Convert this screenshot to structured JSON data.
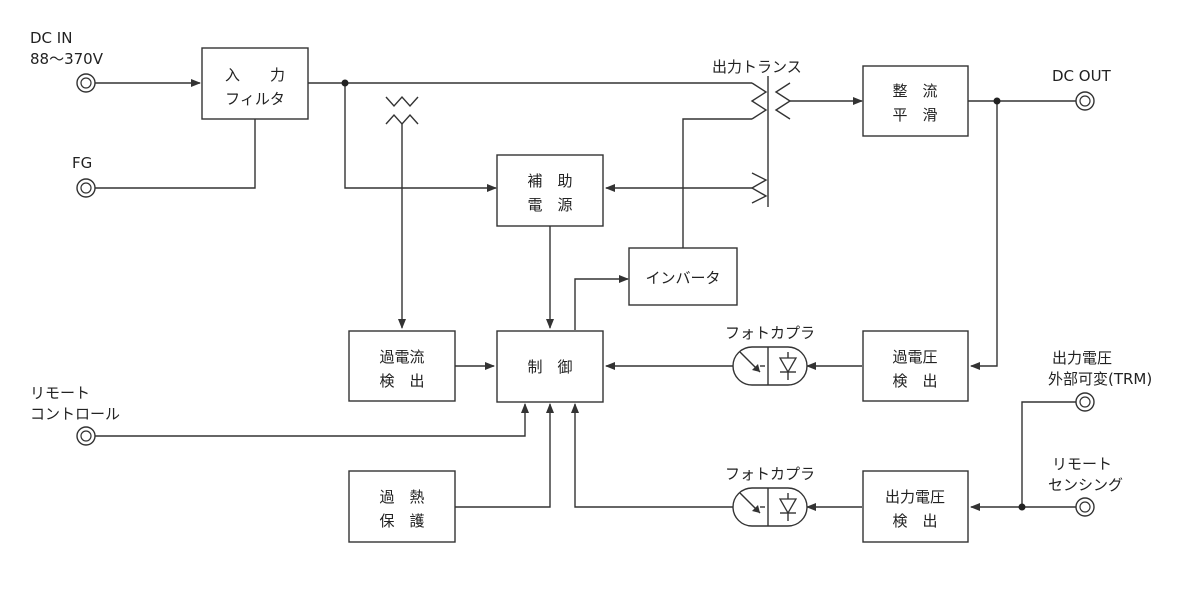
{
  "colors": {
    "line": "#333333",
    "text": "#222222",
    "background": "#ffffff"
  },
  "terminals": {
    "dc_in": [
      "DC IN",
      "88～370V"
    ],
    "fg": [
      "FG"
    ],
    "remote_control": [
      "リモート",
      "コントロール"
    ],
    "dc_out": [
      "DC OUT"
    ],
    "trm": [
      "出力電圧",
      "外部可変(TRM)"
    ],
    "remote_sensing": [
      "リモート",
      "センシング"
    ]
  },
  "blocks": {
    "input_filter": [
      "入　　力",
      "フィルタ"
    ],
    "aux_power": [
      "補　助",
      "電　源"
    ],
    "inverter": [
      "インバータ"
    ],
    "rectifier": [
      "整　流",
      "平　滑"
    ],
    "overcurrent": [
      "過電流",
      "検　出"
    ],
    "control": [
      "制　御"
    ],
    "overvoltage": [
      "過電圧",
      "検　出"
    ],
    "thermal": [
      "過　熱",
      "保　護"
    ],
    "output_voltage_detect": [
      "出力電圧",
      "検　出"
    ]
  },
  "labels": {
    "output_transformer": "出力トランス",
    "photocoupler_upper": "フォトカプラ",
    "photocoupler_lower": "フォトカプラ"
  }
}
